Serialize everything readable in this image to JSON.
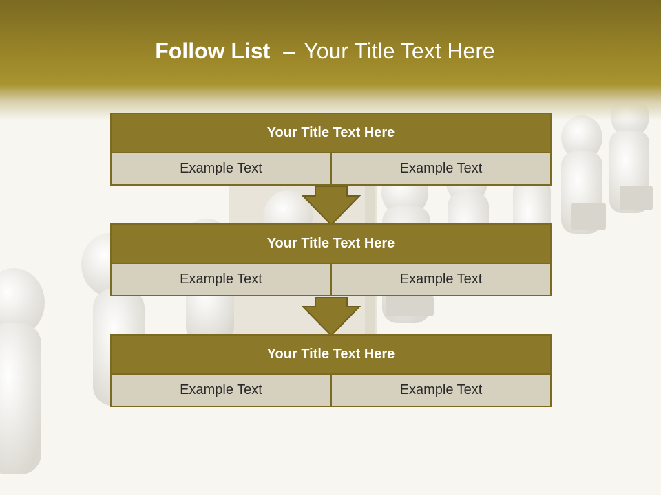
{
  "title": {
    "bold": "Follow List",
    "dash": "–",
    "rest": "Your Title Text Here"
  },
  "steps": [
    {
      "heading": "Your Title Text Here",
      "left": "Example Text",
      "right": "Example Text"
    },
    {
      "heading": "Your Title Text Here",
      "left": "Example Text",
      "right": "Example Text"
    },
    {
      "heading": "Your Title Text Here",
      "left": "Example Text",
      "right": "Example Text"
    }
  ],
  "colors": {
    "header": "#9a8528",
    "step_heading": "#8b7828",
    "step_cell": "#d6d1bf",
    "arrow": "#8b7828"
  },
  "icons": [
    "down-arrow-icon"
  ]
}
